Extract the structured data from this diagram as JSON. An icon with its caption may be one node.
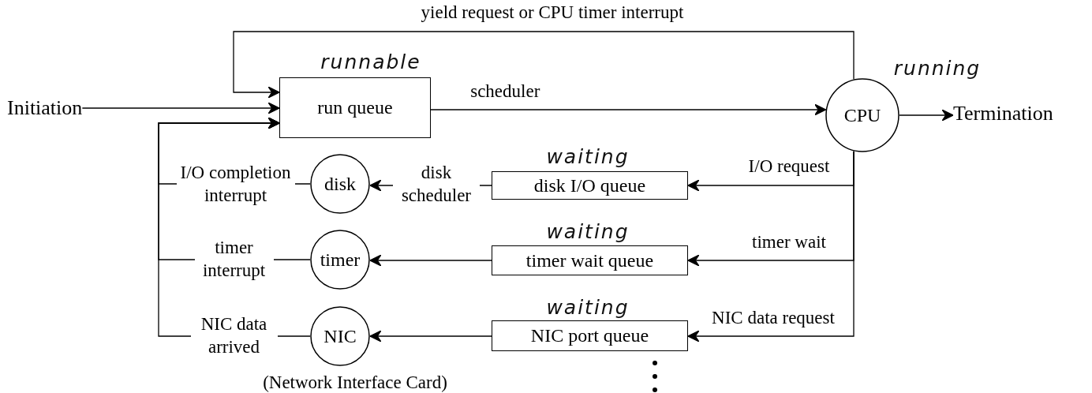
{
  "diagram": {
    "nodes": [
      {
        "text": [
          "Initiation"
        ]
      },
      {
        "text": [
          "run queue"
        ],
        "beside": [
          "runnable"
        ]
      },
      {
        "text": [
          "CPU"
        ],
        "beside": [
          "running"
        ]
      },
      {
        "text": [
          "Termination"
        ]
      },
      {
        "text": [
          "disk I/O queue"
        ],
        "beside": [
          "waiting"
        ]
      },
      {
        "text": [
          "disk"
        ]
      },
      {
        "text": [
          "timer wait queue"
        ],
        "beside": [
          "waiting"
        ]
      },
      {
        "text": [
          "timer"
        ]
      },
      {
        "text": [
          "NIC port queue"
        ],
        "beside": [
          "waiting"
        ]
      },
      {
        "text": [
          "NIC"
        ],
        "beside": [
          "(Network Interface Card)"
        ]
      }
    ],
    "edges": [
      {
        "from": 0,
        "to": 1,
        "arrow": "to"
      },
      {
        "from": 1,
        "to": 2,
        "arrow": "to",
        "label": "scheduler"
      },
      {
        "from": 2,
        "to": 1,
        "arrow": "to",
        "label": "yield request or CPU timer interrupt"
      },
      {
        "from": 2,
        "to": 3,
        "arrow": "to"
      },
      {
        "from": 2,
        "to": 4,
        "arrow": "to",
        "label": "I/O request"
      },
      {
        "from": 2,
        "to": 6,
        "arrow": "to",
        "label": "timer wait"
      },
      {
        "from": 2,
        "to": 8,
        "arrow": "to",
        "label": "NIC data request"
      },
      {
        "from": 4,
        "to": 5,
        "arrow": "to",
        "label": "disk scheduler"
      },
      {
        "from": 6,
        "to": 7,
        "arrow": "to"
      },
      {
        "from": 8,
        "to": 9,
        "arrow": "to"
      },
      {
        "from": 5,
        "to": 1,
        "arrow": "to",
        "label": "I/O completion interrupt"
      },
      {
        "from": 7,
        "to": 1,
        "arrow": "to",
        "label": "timer interrupt"
      },
      {
        "from": 9,
        "to": 1,
        "arrow": "to",
        "label": "NIC data arrived"
      }
    ]
  }
}
